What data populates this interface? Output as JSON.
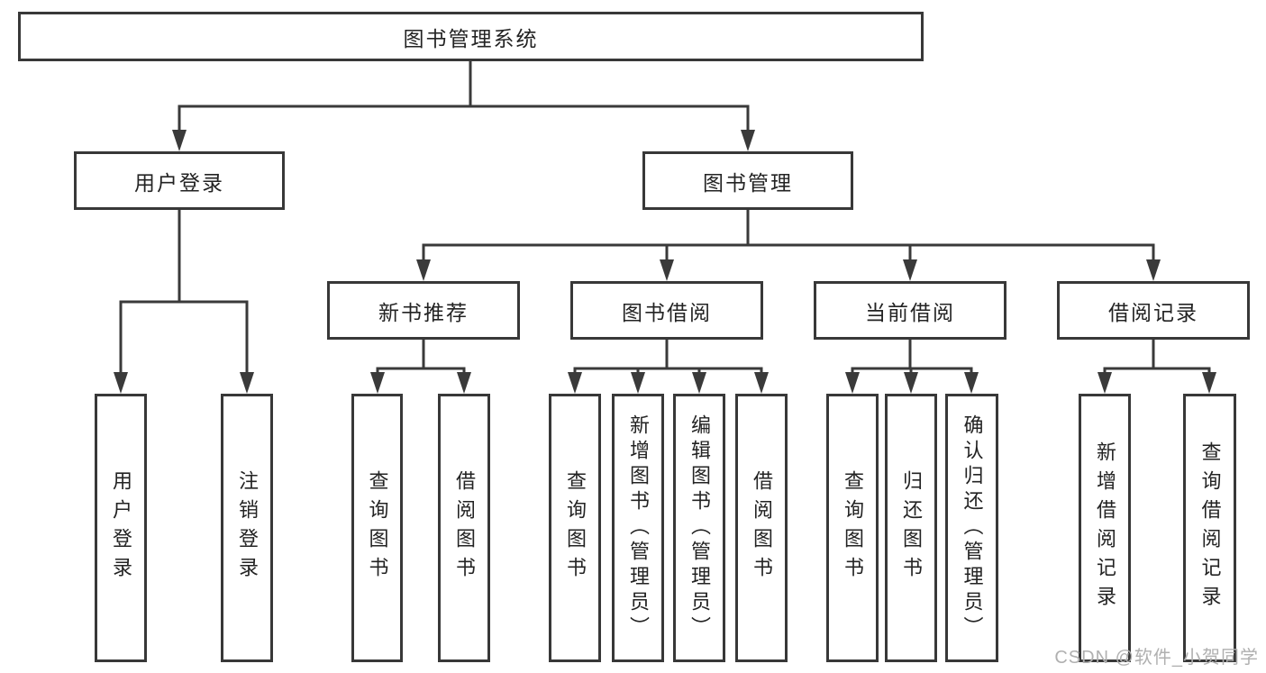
{
  "diagram": {
    "type": "tree",
    "title": "图书管理系统",
    "nodes": {
      "root": {
        "label": "图书管理系统"
      },
      "user_login": {
        "label": "用户登录"
      },
      "book_mgmt": {
        "label": "图书管理"
      },
      "new_book_rec": {
        "label": "新书推荐"
      },
      "book_borrow": {
        "label": "图书借阅"
      },
      "current_borrow": {
        "label": "当前借阅"
      },
      "borrow_records": {
        "label": "借阅记录"
      },
      "ul_login": {
        "label": "用户登录"
      },
      "ul_logout": {
        "label": "注销登录"
      },
      "nbr_query": {
        "label": "查询图书"
      },
      "nbr_borrow": {
        "label": "借阅图书"
      },
      "bb_query": {
        "label": "查询图书"
      },
      "bb_add": {
        "label": "新增图书（管理员）"
      },
      "bb_edit": {
        "label": "编辑图书（管理员）"
      },
      "bb_borrow": {
        "label": "借阅图书"
      },
      "cb_query": {
        "label": "查询图书"
      },
      "cb_return": {
        "label": "归还图书"
      },
      "cb_confirm": {
        "label": "确认归还（管理员）"
      },
      "br_add": {
        "label": "新增借阅记录"
      },
      "br_query": {
        "label": "查询借阅记录"
      }
    },
    "edges": [
      [
        "root",
        "user_login"
      ],
      [
        "root",
        "book_mgmt"
      ],
      [
        "user_login",
        "ul_login"
      ],
      [
        "user_login",
        "ul_logout"
      ],
      [
        "book_mgmt",
        "new_book_rec"
      ],
      [
        "book_mgmt",
        "book_borrow"
      ],
      [
        "book_mgmt",
        "current_borrow"
      ],
      [
        "book_mgmt",
        "borrow_records"
      ],
      [
        "new_book_rec",
        "nbr_query"
      ],
      [
        "new_book_rec",
        "nbr_borrow"
      ],
      [
        "book_borrow",
        "bb_query"
      ],
      [
        "book_borrow",
        "bb_add"
      ],
      [
        "book_borrow",
        "bb_edit"
      ],
      [
        "book_borrow",
        "bb_borrow"
      ],
      [
        "current_borrow",
        "cb_query"
      ],
      [
        "current_borrow",
        "cb_return"
      ],
      [
        "current_borrow",
        "cb_confirm"
      ],
      [
        "borrow_records",
        "br_add"
      ],
      [
        "borrow_records",
        "br_query"
      ]
    ],
    "colors": {
      "line": "#3a3a3a",
      "border": "#383838",
      "text": "#232323",
      "background": "#ffffff",
      "watermark": "#b0b0b0"
    }
  },
  "watermark": {
    "text": "CSDN @软件_小贺同学"
  }
}
